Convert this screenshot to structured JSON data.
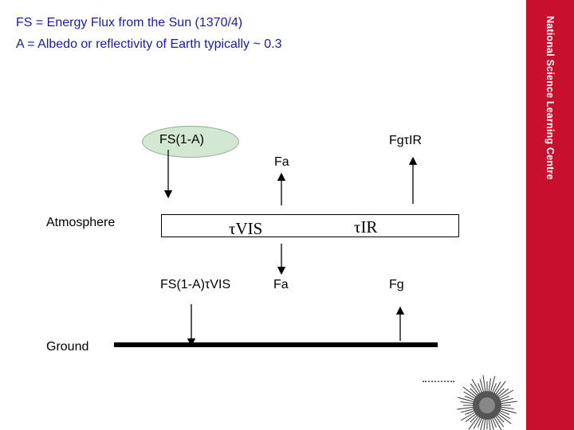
{
  "header": {
    "line1": "FS = Energy Flux from the Sun (1370/4)",
    "line2": "A = Albedo or reflectivity of Earth typically ~ 0.3"
  },
  "branding": {
    "text": "National Science Learning Centre",
    "color": "#c8102e"
  },
  "diagram": {
    "incoming_label": "FS(1-A)",
    "outgoing_ir_label": "FgτIR",
    "atmosphere_up_label": "Fa",
    "atmosphere_label": "Atmosphere",
    "tau_vis": "τVIS",
    "tau_ir": "τIR",
    "transmitted_label": "FS(1-A)τVIS",
    "atmosphere_down_label": "Fa",
    "ground_emission_label": "Fg",
    "ground_label": "Ground"
  },
  "colors": {
    "header_text": "#1a1aa6",
    "ellipse_fill": "#d2e8d2"
  }
}
